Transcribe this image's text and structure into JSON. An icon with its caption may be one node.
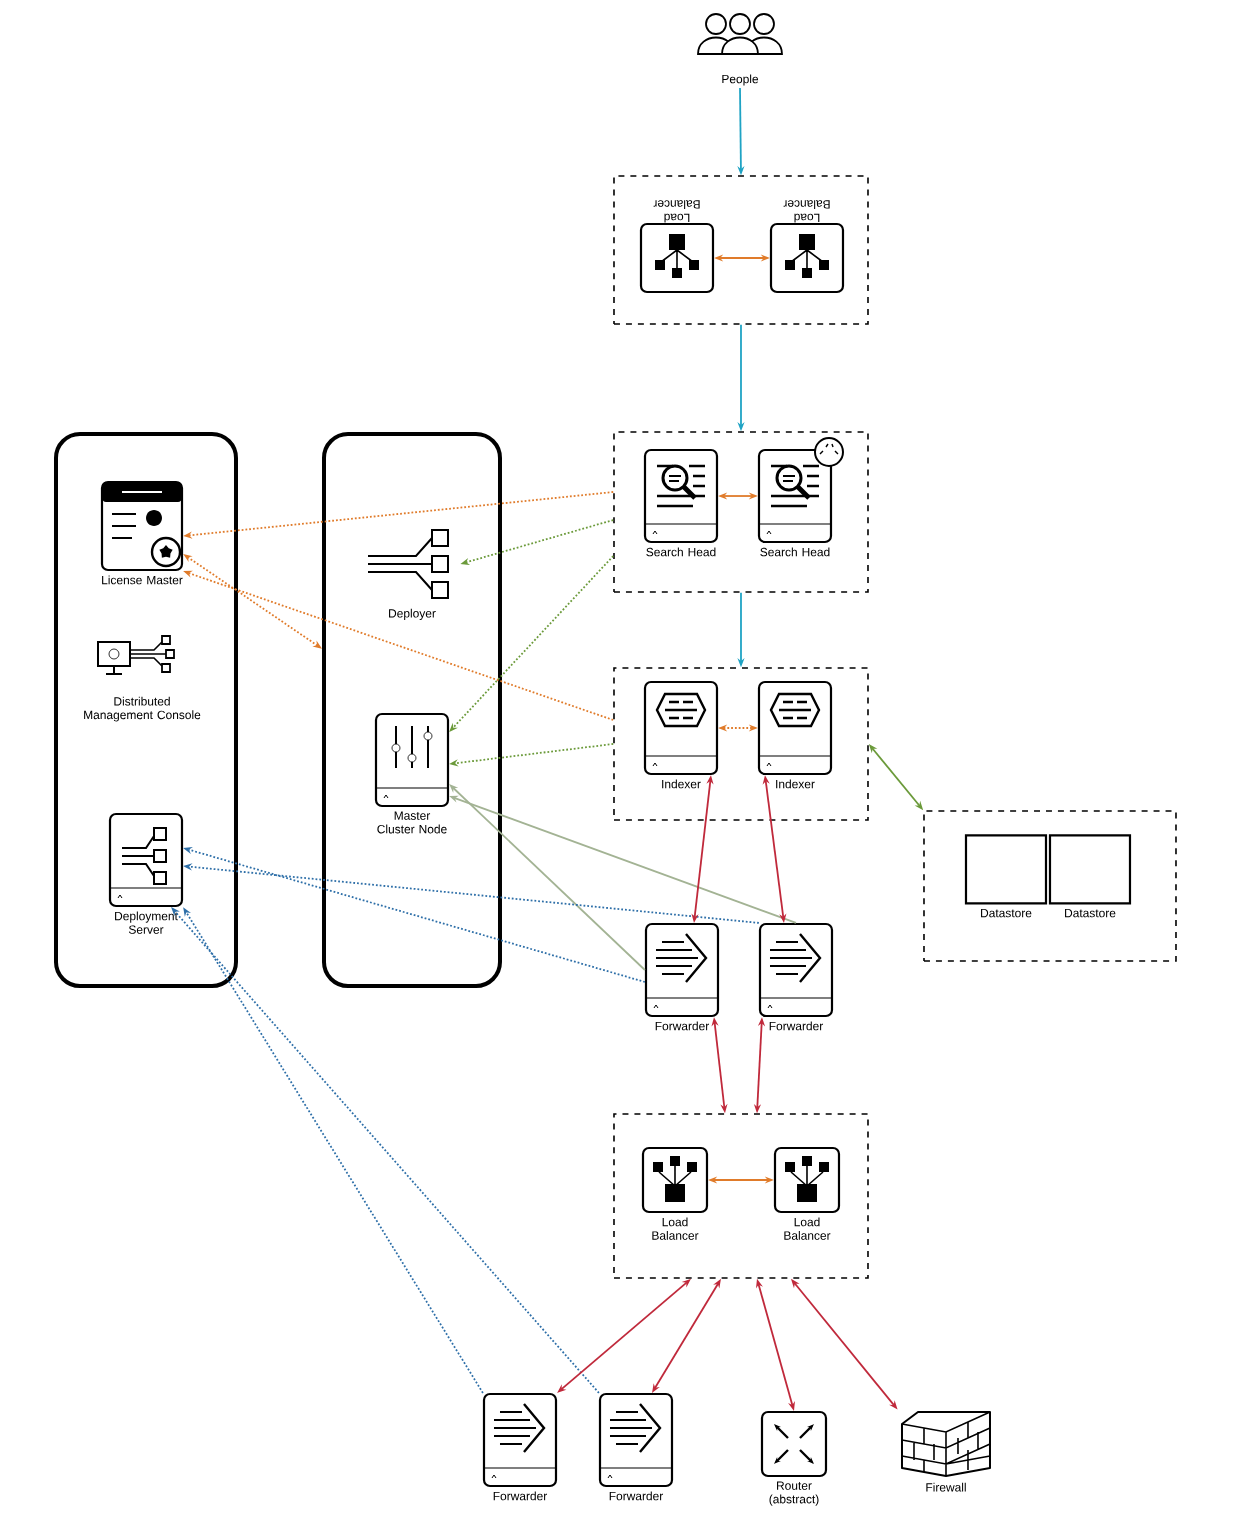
{
  "diagram": {
    "nodes": [
      {
        "text": [
          "People"
        ]
      },
      {
        "text": [],
        "shape": "box"
      },
      {
        "text": [
          "Load Balancer"
        ],
        "in": 1
      },
      {
        "text": [
          "Load Balancer"
        ],
        "in": 1
      },
      {
        "text": [],
        "shape": "box"
      },
      {
        "text": [
          "Search Head"
        ],
        "in": 4
      },
      {
        "text": [
          "Search Head"
        ],
        "in": 4
      },
      {
        "text": [],
        "shape": "box"
      },
      {
        "text": [
          "Indexer"
        ],
        "in": 7
      },
      {
        "text": [
          "Indexer"
        ],
        "in": 7
      },
      {
        "text": [],
        "shape": "box"
      },
      {
        "text": [
          "Datastore"
        ],
        "in": 10
      },
      {
        "text": [
          "Datastore"
        ],
        "in": 10
      },
      {
        "text": [],
        "shape": "box"
      },
      {
        "text": [
          "License Master"
        ],
        "in": 13
      },
      {
        "text": [
          "Distributed Management Console"
        ],
        "in": 13
      },
      {
        "text": [
          "Deployment Server"
        ],
        "in": 13
      },
      {
        "text": [],
        "shape": "box"
      },
      {
        "text": [
          "Deployer"
        ],
        "in": 17
      },
      {
        "text": [
          "Master Cluster Node"
        ],
        "in": 17
      },
      {
        "text": [
          "Forwarder"
        ]
      },
      {
        "text": [
          "Forwarder"
        ]
      },
      {
        "text": [],
        "shape": "box"
      },
      {
        "text": [
          "Load Balancer"
        ],
        "in": 22
      },
      {
        "text": [
          "Load Balancer"
        ],
        "in": 22
      },
      {
        "text": [
          "Forwarder"
        ]
      },
      {
        "text": [
          "Forwarder"
        ]
      },
      {
        "text": [
          "Router (abstract)"
        ]
      },
      {
        "text": [
          "Firewall"
        ]
      }
    ],
    "edges": [
      {
        "from": 0,
        "to": 1,
        "arrow": "to",
        "color": "#1fa3c4"
      },
      {
        "from": 2,
        "to": 3,
        "arrow": "both",
        "color": "#e07b2a"
      },
      {
        "from": 1,
        "to": 4,
        "arrow": "to",
        "color": "#1fa3c4"
      },
      {
        "from": 5,
        "to": 6,
        "arrow": "both",
        "color": "#e07b2a"
      },
      {
        "from": 4,
        "to": 7,
        "arrow": "to",
        "color": "#1fa3c4"
      },
      {
        "from": 8,
        "to": 9,
        "arrow": "both",
        "style": "dashed",
        "color": "#e07b2a"
      },
      {
        "from": 7,
        "to": 10,
        "arrow": "both",
        "color": "#6b9a3a"
      },
      {
        "from": 4,
        "to": 14,
        "arrow": "to",
        "style": "dashed",
        "color": "#e07b2a"
      },
      {
        "from": 7,
        "to": 14,
        "arrow": "to",
        "style": "dashed",
        "color": "#e07b2a"
      },
      {
        "from": 17,
        "to": 14,
        "arrow": "both",
        "style": "dashed",
        "color": "#e07b2a"
      },
      {
        "from": 4,
        "to": 18,
        "arrow": "to",
        "style": "dashed",
        "color": "#6b9a3a"
      },
      {
        "from": 4,
        "to": 19,
        "arrow": "to",
        "style": "dashed",
        "color": "#6b9a3a"
      },
      {
        "from": 7,
        "to": 19,
        "arrow": "to",
        "style": "dashed",
        "color": "#6b9a3a"
      },
      {
        "from": 20,
        "to": 19,
        "arrow": "to",
        "color": "#a3b394"
      },
      {
        "from": 21,
        "to": 19,
        "arrow": "to",
        "color": "#a3b394"
      },
      {
        "from": 20,
        "to": 16,
        "arrow": "to",
        "style": "dashed",
        "color": "#2e6fa8"
      },
      {
        "from": 21,
        "to": 16,
        "arrow": "to",
        "style": "dashed",
        "color": "#2e6fa8"
      },
      {
        "from": 25,
        "to": 16,
        "arrow": "to",
        "style": "dashed",
        "color": "#2e6fa8"
      },
      {
        "from": 26,
        "to": 16,
        "arrow": "to",
        "style": "dashed",
        "color": "#2e6fa8"
      },
      {
        "from": 20,
        "to": 8,
        "arrow": "both"
      },
      {
        "from": 21,
        "to": 9,
        "arrow": "both"
      },
      {
        "from": 20,
        "to": 22,
        "arrow": "both"
      },
      {
        "from": 21,
        "to": 22,
        "arrow": "both"
      },
      {
        "from": 23,
        "to": 24,
        "arrow": "both",
        "color": "#e07b2a"
      },
      {
        "from": 22,
        "to": 25,
        "arrow": "both"
      },
      {
        "from": 22,
        "to": 26,
        "arrow": "both"
      },
      {
        "from": 22,
        "to": 27,
        "arrow": "both"
      },
      {
        "from": 22,
        "to": 28,
        "arrow": "both"
      }
    ]
  }
}
